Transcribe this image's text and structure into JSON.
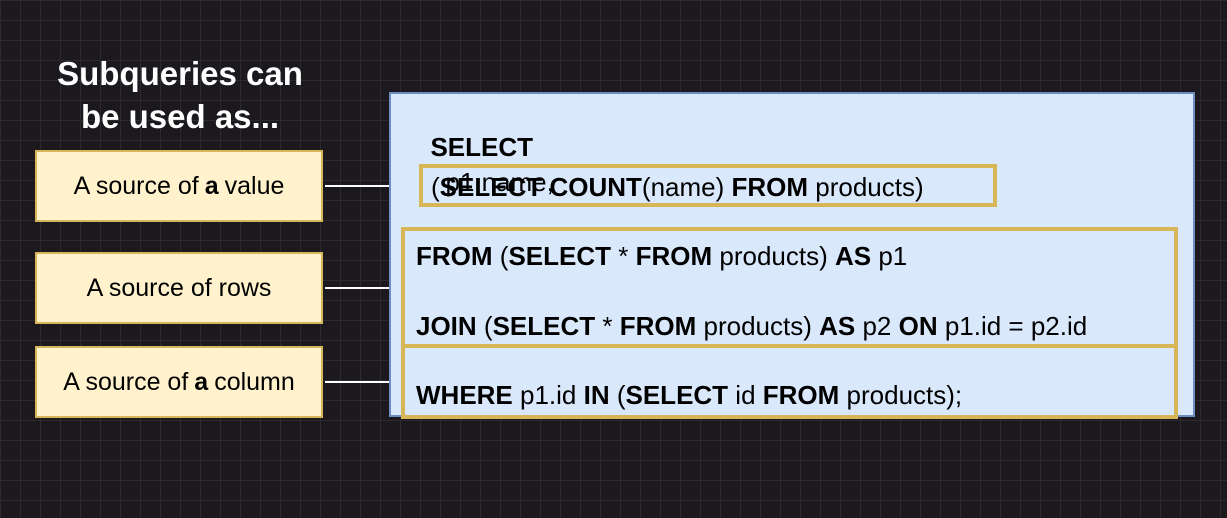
{
  "title": {
    "line1": "Subqueries can",
    "line2": "be used as..."
  },
  "labels": {
    "value": {
      "prefix": "A source of",
      "bold": "a",
      "suffix": "value"
    },
    "rows": {
      "text": "A source of rows"
    },
    "column": {
      "prefix": "A source of",
      "bold": "a",
      "suffix": "column"
    }
  },
  "query": {
    "select": "SELECT",
    "name_col": "p1.name,",
    "count_line": {
      "open": "(",
      "kw1": "SELECT COUNT",
      "t1": "(name) ",
      "kw2": "FROM",
      "t2": " products)"
    },
    "from_line": {
      "kw1": "FROM",
      "t1": " (",
      "kw2": "SELECT",
      "t2": " * ",
      "kw3": "FROM",
      "t3": " products) ",
      "kw4": "AS",
      "t4": " p1"
    },
    "join_line": {
      "kw1": "JOIN",
      "t1": " (",
      "kw2": "SELECT",
      "t2": " * ",
      "kw3": "FROM",
      "t3": " products) ",
      "kw4": "AS",
      "t4": " p2 ",
      "kw5": "ON",
      "t5": " p1.id = p2.id"
    },
    "where_line": {
      "kw1": "WHERE",
      "t1": " p1.id ",
      "kw2": "IN",
      "t2": " (",
      "kw3": "SELECT",
      "t3": " id ",
      "kw4": "FROM",
      "t4": " products);"
    }
  },
  "colors": {
    "background": "#1b181e",
    "label_fill": "#fff2cc",
    "label_border": "#d6b656",
    "panel_fill": "#dae8fc",
    "panel_border": "#6c8ebf",
    "highlight_border": "#d6b656",
    "arrow": "#ffffff"
  }
}
